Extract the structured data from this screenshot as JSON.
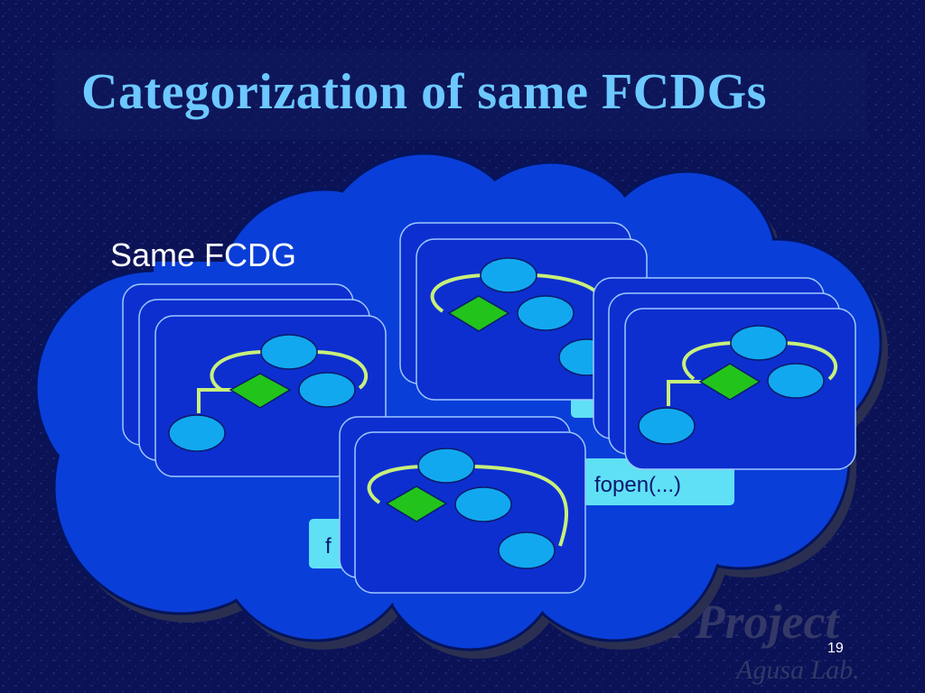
{
  "slide": {
    "title": "Categorization of same FCDGs",
    "subtitle": "Same FCDG",
    "page_number": "19"
  },
  "labels": {
    "fopen_full": "fopen(...)",
    "fopen_partial": "f"
  },
  "watermark": {
    "line1": "Sapid Project",
    "line2": "Agusa Lab."
  },
  "colors": {
    "background": "#0b1256",
    "title": "#6cc8ff",
    "cloud": "#0a3ed8",
    "card": "#0d2fd0",
    "node_circle": "#12a8f0",
    "node_diamond": "#22c41c",
    "edge": "#c8f07a",
    "label_box": "#5fe0f5"
  }
}
